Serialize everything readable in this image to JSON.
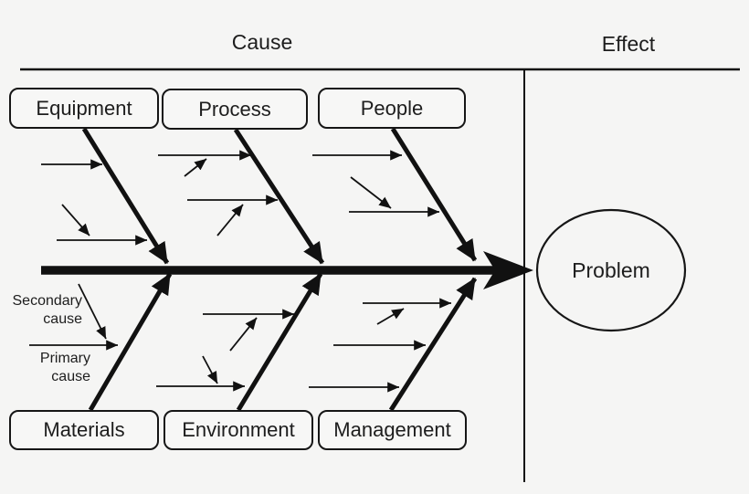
{
  "diagram_type": "fishbone-ishikawa",
  "header": {
    "cause": "Cause",
    "effect": "Effect"
  },
  "categories": {
    "top": [
      {
        "label": "Equipment"
      },
      {
        "label": "Process"
      },
      {
        "label": "People"
      }
    ],
    "bottom": [
      {
        "label": "Materials"
      },
      {
        "label": "Environment"
      },
      {
        "label": "Management"
      }
    ]
  },
  "effect": {
    "label": "Problem"
  },
  "annotations": {
    "secondary": "Secondary\ncause",
    "primary": "Primary\ncause"
  },
  "colors": {
    "ink": "#111111",
    "background": "#f5f5f4"
  }
}
